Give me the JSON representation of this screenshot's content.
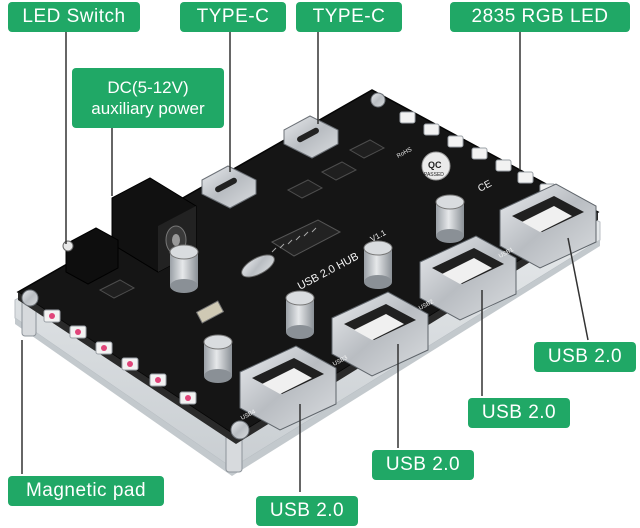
{
  "callouts": {
    "led_switch": "LED Switch",
    "type_c_left": "TYPE-C",
    "type_c_right": "TYPE-C",
    "rgb_led": "2835 RGB LED",
    "dc_power_line1": "DC(5-12V)",
    "dc_power_line2": "auxiliary power",
    "usb_1": "USB 2.0",
    "usb_2": "USB 2.0",
    "usb_3": "USB 2.0",
    "usb_4": "USB 2.0",
    "magnetic_pad": "Magnetic pad"
  },
  "pcb_silkscreen": {
    "hub_label": "USB 2.0 HUB",
    "version": "V1.1",
    "cert_qc": "QC",
    "cert_passed": "PASSED",
    "cert_ce": "CE",
    "cert_rohs": "RoHS",
    "port_1": "USB1",
    "port_2": "USB2",
    "port_3": "USB3",
    "port_4": "USB4"
  },
  "colors": {
    "callout_green": "#20a866",
    "pcb_black": "#151515",
    "acrylic_edge": "#d8dde0",
    "usb_metal": "#c8cbce",
    "led_white": "#f2f2f2",
    "led_inner": "#e0457a"
  }
}
